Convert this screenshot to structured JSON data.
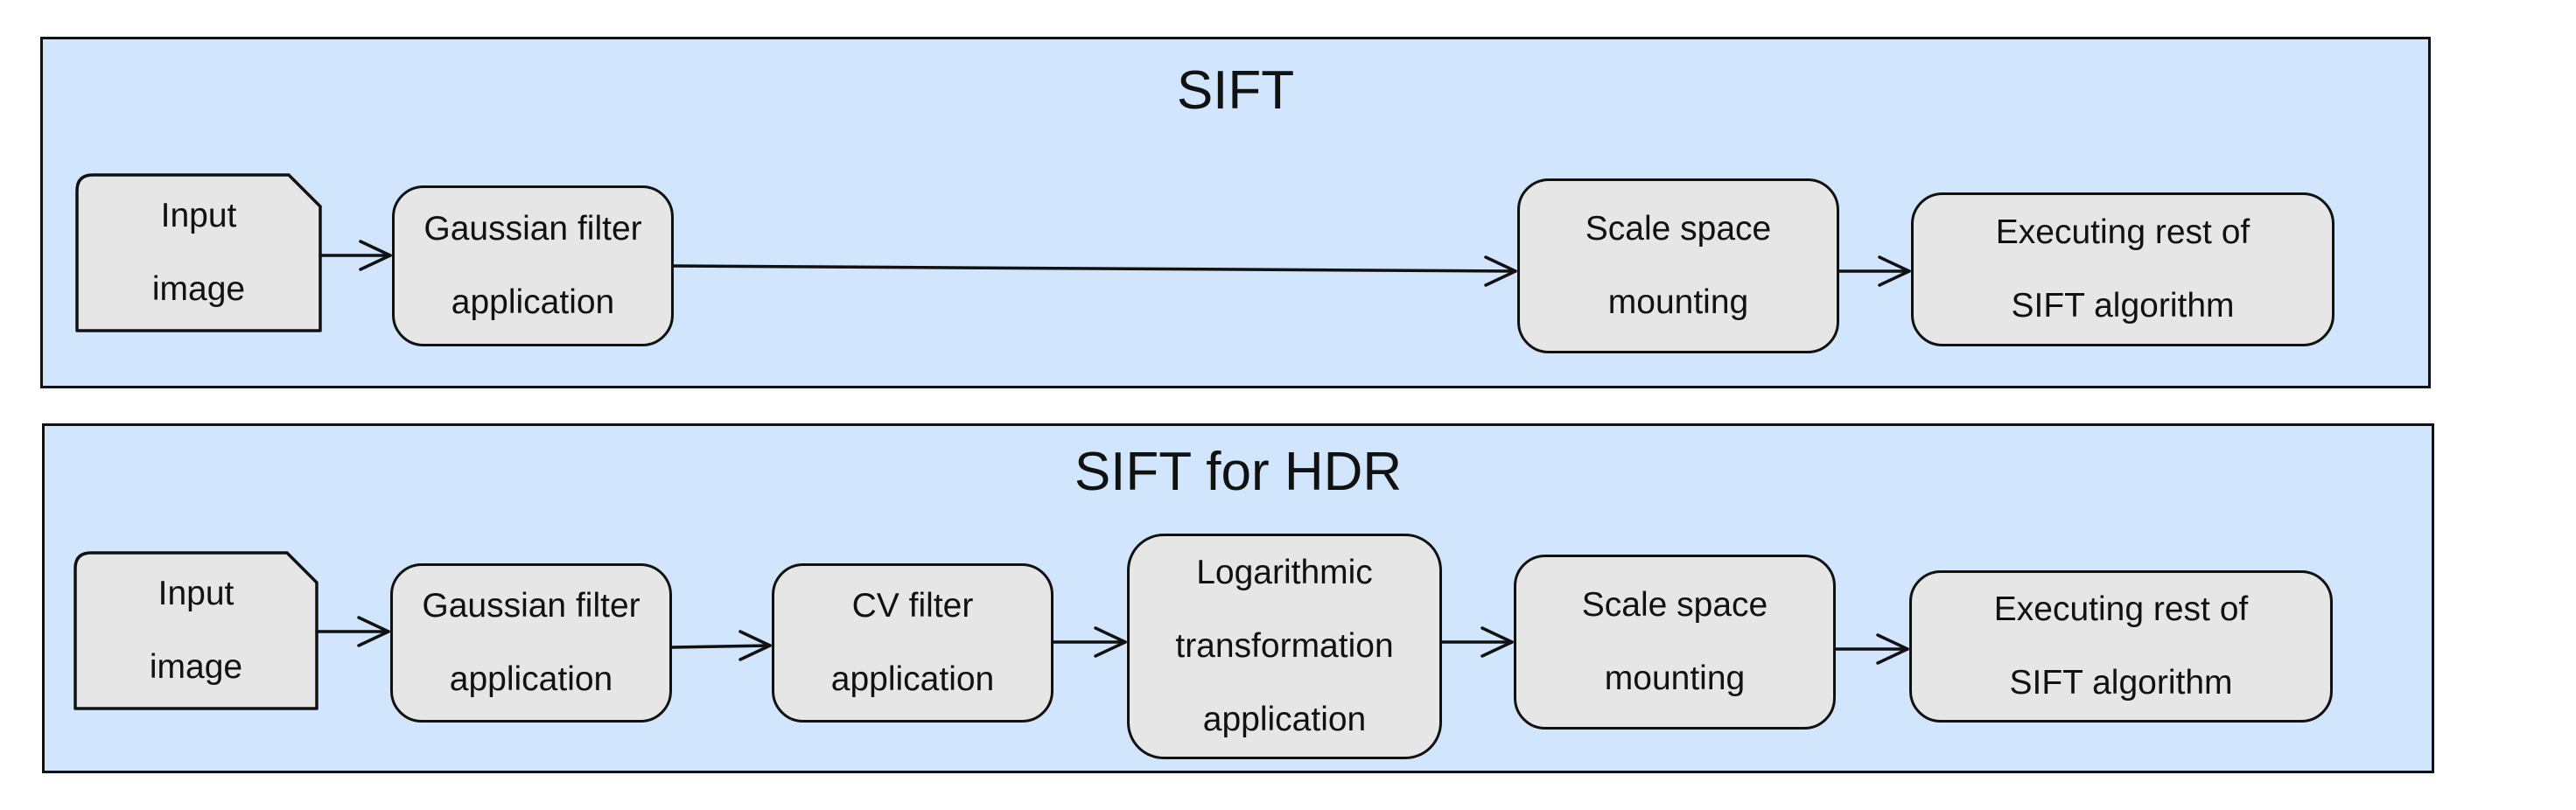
{
  "colors": {
    "panel_fill": "#d1e5fd",
    "node_fill": "#e6e6e6",
    "stroke": "#111111"
  },
  "top_panel": {
    "title": "SIFT",
    "input": {
      "line1": "Input",
      "line2": "image"
    },
    "gaussian": {
      "line1": "Gaussian filter",
      "line2": "application"
    },
    "scale_space": {
      "line1": "Scale space",
      "line2": "mounting"
    },
    "executing": {
      "line1": "Executing rest of",
      "line2": "SIFT algorithm"
    }
  },
  "bottom_panel": {
    "title": "SIFT for HDR",
    "input": {
      "line1": "Input",
      "line2": "image"
    },
    "gaussian": {
      "line1": "Gaussian filter",
      "line2": "application"
    },
    "cv_filter": {
      "line1": "CV filter",
      "line2": "application"
    },
    "log_transform": {
      "line1": "Logarithmic",
      "line2": "transformation",
      "line3": "application"
    },
    "scale_space": {
      "line1": "Scale space",
      "line2": "mounting"
    },
    "executing": {
      "line1": "Executing rest of",
      "line2": "SIFT algorithm"
    }
  }
}
